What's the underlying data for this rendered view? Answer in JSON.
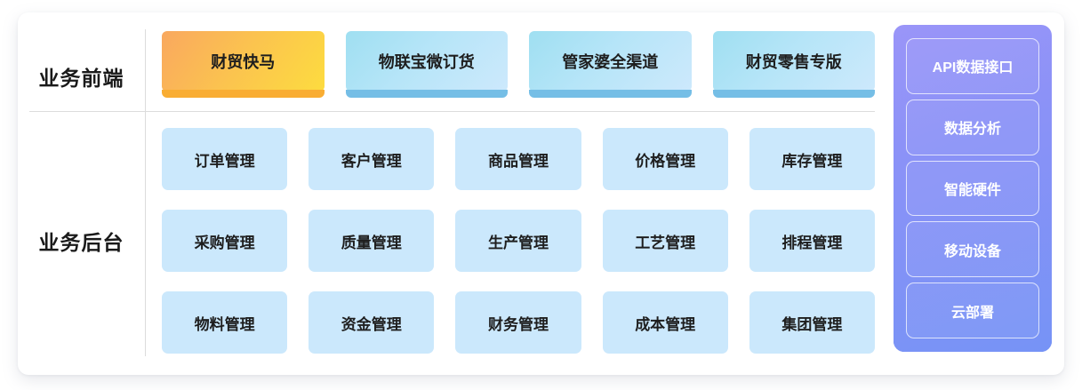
{
  "diagram": {
    "rows": [
      {
        "label": "业务前端"
      },
      {
        "label": "业务后台"
      }
    ],
    "frontend": {
      "items": [
        {
          "label": "财贸快马",
          "style": "orange"
        },
        {
          "label": "物联宝微订货",
          "style": "blue"
        },
        {
          "label": "管家婆全渠道",
          "style": "blue"
        },
        {
          "label": "财贸零售专版",
          "style": "blue"
        }
      ]
    },
    "backend": {
      "items": [
        {
          "label": "订单管理"
        },
        {
          "label": "客户管理"
        },
        {
          "label": "商品管理"
        },
        {
          "label": "价格管理"
        },
        {
          "label": "库存管理"
        },
        {
          "label": "采购管理"
        },
        {
          "label": "质量管理"
        },
        {
          "label": "生产管理"
        },
        {
          "label": "工艺管理"
        },
        {
          "label": "排程管理"
        },
        {
          "label": "物料管理"
        },
        {
          "label": "资金管理"
        },
        {
          "label": "财务管理"
        },
        {
          "label": "成本管理"
        },
        {
          "label": "集团管理"
        }
      ]
    },
    "sidebar": {
      "items": [
        {
          "label": "API数据接口"
        },
        {
          "label": "数据分析"
        },
        {
          "label": "智能硬件"
        },
        {
          "label": "移动设备"
        },
        {
          "label": "云部署"
        }
      ]
    },
    "colors": {
      "card_bg": "#ffffff",
      "frontend_orange_from": "#f9a85f",
      "frontend_orange_to": "#fddc3f",
      "frontend_orange_shade": "#f9ad33",
      "frontend_blue_from": "#9fdff1",
      "frontend_blue_to": "#cde9fc",
      "frontend_blue_shade": "#75bee6",
      "backend_card": "#cbe8fc",
      "sidebar_from": "#9a95f8",
      "sidebar_to": "#7693f6",
      "sidebar_shade": "#3c63dd",
      "divider": "#dcdcdc",
      "text": "#1e1e1e"
    }
  }
}
